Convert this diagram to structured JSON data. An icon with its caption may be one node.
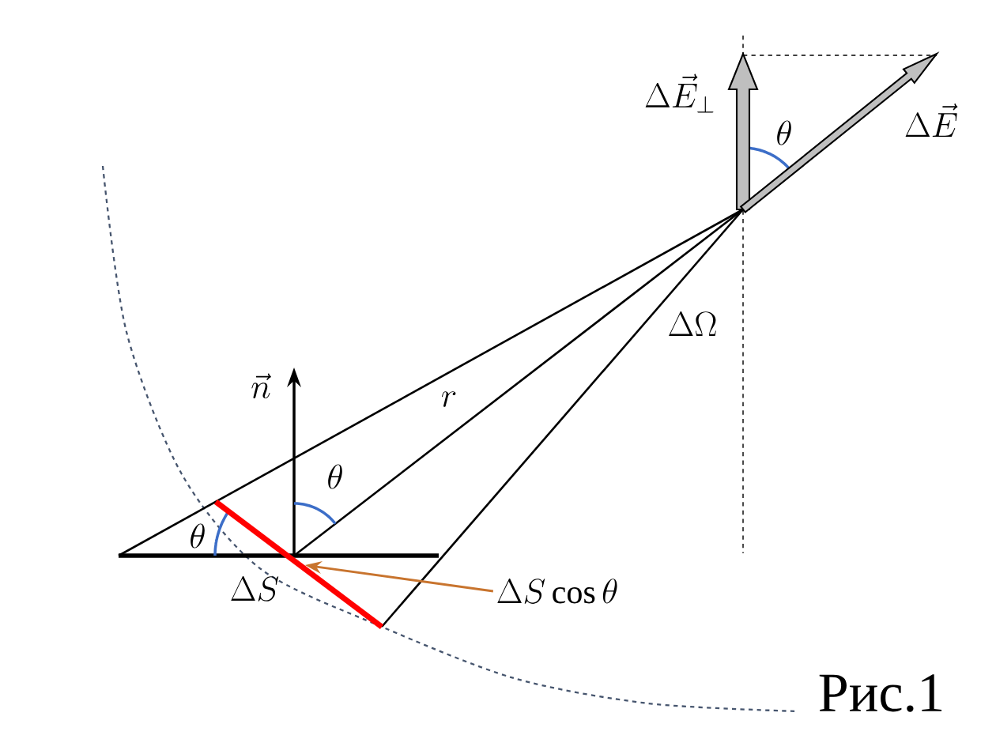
{
  "diagram": {
    "nodes": [
      {
        "text": [
          "\\Delta S\\cos\\theta"
        ]
      },
      {
        "text": [],
        "shape": "bar"
      }
    ],
    "edges": [
      {
        "from": 0,
        "to": 1,
        "arrow": "to",
        "color": "#c8742e"
      }
    ],
    "labels": [
      "\\Delta\\vec{E}_{\\perp}",
      "\\theta",
      "\\Delta\\vec{E}",
      "\\Delta\\Omega",
      "r",
      "\\vec{n}",
      "\\theta",
      "\\theta",
      "\\Delta S",
      "Рис.1"
    ]
  }
}
